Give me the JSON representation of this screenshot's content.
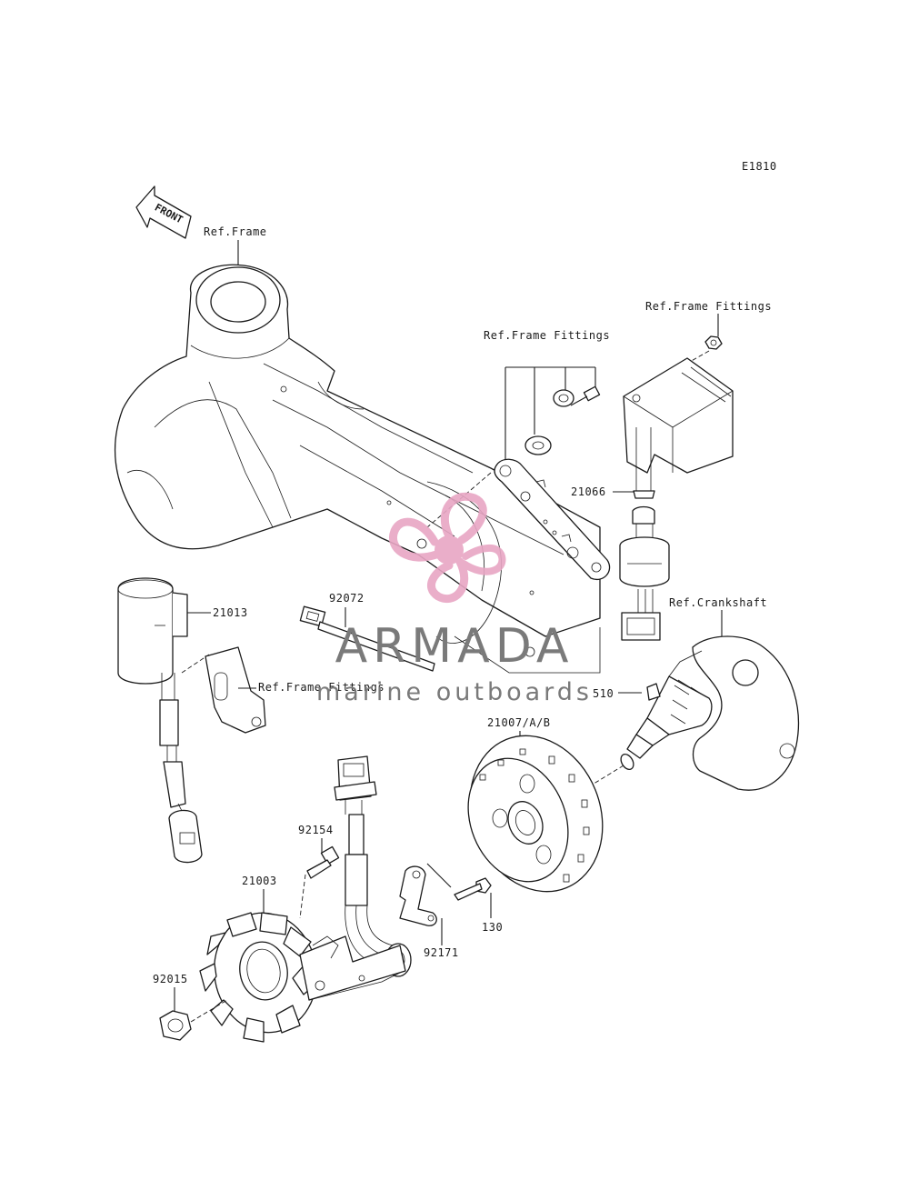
{
  "diagram_code": "E1810",
  "front_arrow_label": "FRONT",
  "references": {
    "frame": "Ref.Frame",
    "frame_fittings_top": "Ref.Frame Fittings",
    "frame_fittings_mid": "Ref.Frame Fittings",
    "frame_fittings_left": "Ref.Frame Fittings",
    "crankshaft": "Ref.Crankshaft"
  },
  "parts": {
    "p21066": "21066",
    "p21013": "21013",
    "p92072": "92072",
    "p510": "510",
    "p21007": "21007/A/B",
    "p92154": "92154",
    "p21003": "21003",
    "p92171": "92171",
    "p130": "130",
    "p92015": "92015"
  },
  "watermark": {
    "brand": "ARMADA",
    "tagline": "marine outboards",
    "logo_color": "#e8a6c4"
  }
}
